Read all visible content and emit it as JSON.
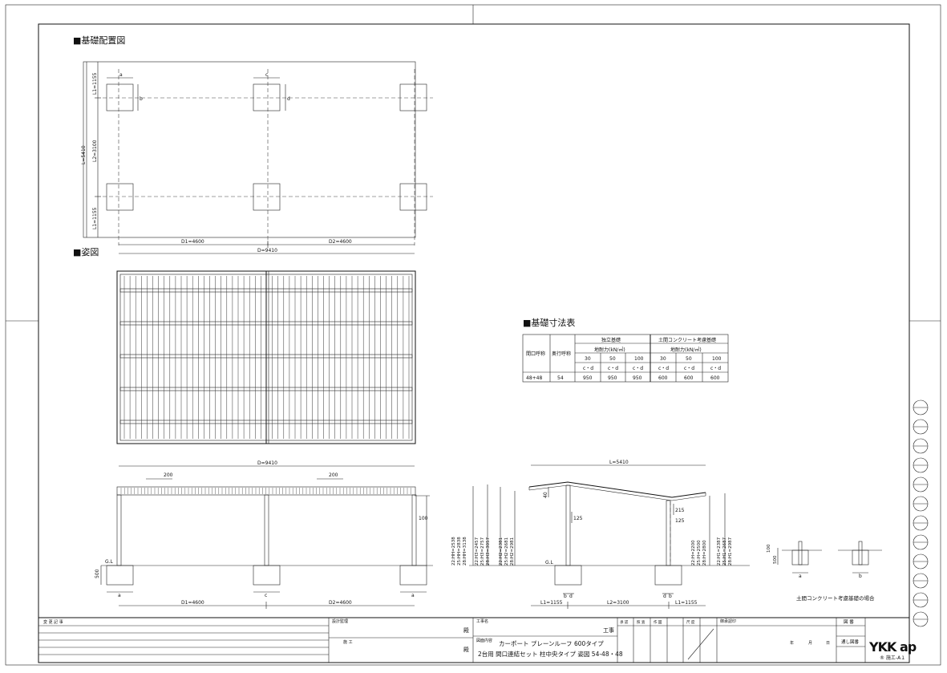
{
  "sections": {
    "foundation_layout": "■基礎配置図",
    "elevation": "■姿図",
    "foundation_table": "■基礎寸法表"
  },
  "plan_dims": {
    "D": "D=9410",
    "D1": "D1=4600",
    "D2": "D2=4600",
    "L": "L=5410",
    "L1_top": "L1=1155",
    "L2": "L2=3100",
    "L1_bottom": "L1=1155",
    "a": "a",
    "b": "b",
    "c": "c",
    "d": "d"
  },
  "front_dims": {
    "D": "D=9410",
    "spacing1": "200",
    "spacing2": "200",
    "h100": "100",
    "gl": "G.L",
    "h500": "500",
    "a1": "a",
    "c": "c",
    "a2": "a",
    "D1": "D1=4600",
    "D2": "D2=4600"
  },
  "side_dims": {
    "L": "L=5410",
    "h40": "40",
    "h125a": "125",
    "h215": "215",
    "h125b": "125",
    "gl": "G.L",
    "hh_left": [
      "22:HH=2538",
      "25:HH=2838",
      "28:HH=3138"
    ],
    "h3": [
      "22:H3=2457",
      "25:H3=2757",
      "28:H3=3057"
    ],
    "h2": [
      "22:H2=2381",
      "25:H2=2681",
      "28:H2=2981"
    ],
    "h": [
      "22:H=2200",
      "25:H=2500",
      "28:H=2800"
    ],
    "h1": [
      "22:H1=2387",
      "25:H1=2687",
      "28:H1=2987"
    ],
    "L1a": "L1=1155",
    "L2": "L2=3100",
    "L1b": "L1=1155",
    "b1": "b",
    "d1": "d",
    "d2": "d",
    "b2": "b"
  },
  "detail": {
    "h100": "100",
    "h500": "500",
    "a": "a",
    "b": "b",
    "caption": "土間コンクリート考慮基礎の場合"
  },
  "table": {
    "col_frontage": "間口呼称",
    "col_depth": "奥行呼称",
    "group1": "独立基礎",
    "group2": "土間コンクリート考慮基礎",
    "bearing1": "地耐力(kN/㎡)",
    "bearing2": "地耐力(kN/㎡)",
    "loads": [
      "30",
      "50",
      "100",
      "30",
      "50",
      "100"
    ],
    "cd": [
      "c・d",
      "c・d",
      "c・d",
      "c・d",
      "c・d",
      "c・d"
    ],
    "row_frontage": "48+48",
    "row_depth": "54",
    "values": [
      "950",
      "950",
      "950",
      "600",
      "600",
      "600"
    ]
  },
  "title_block": {
    "change_record": "変 更 記 事",
    "design_supervision": "設計監理",
    "construction": "施 工",
    "dono1": "殿",
    "dono2": "殿",
    "project_name": "工事名",
    "kouji": "工事",
    "drawing_content": "図面内容",
    "drawing_title1": "カーポート プレーンルーフ 600タイプ",
    "drawing_title2": "2台用 間口連結セット 柱中央タイプ 姿図 54-48・48",
    "approvals": [
      "承 認",
      "照 査",
      "作 図",
      "尺 度"
    ],
    "owner_approval": "御承認印",
    "year": "年",
    "month": "月",
    "day": "日",
    "drawing_no": "図 番",
    "serial_no": "通し図番",
    "logo": "YKK ap",
    "sheet_code": "® 施エ-A１"
  }
}
